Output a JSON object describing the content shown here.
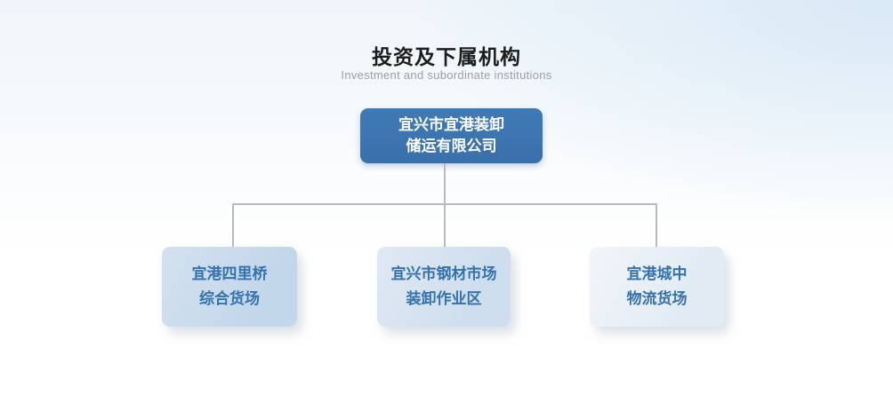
{
  "page": {
    "title": "投资及下属机构",
    "subtitle": "Investment and subordinate institutions"
  },
  "org_chart": {
    "root": {
      "line1": "宜兴市宜港装卸",
      "line2": "储运有限公司"
    },
    "children": [
      {
        "line1": "宜港四里桥",
        "line2": "综合货场"
      },
      {
        "line1": "宜兴市钢材市场",
        "line2": "装卸作业区"
      },
      {
        "line1": "宜港城中",
        "line2": "物流货场"
      }
    ]
  },
  "colors": {
    "root_box": "#3b74b0",
    "root_text": "#ffffff",
    "child_text": "#3471ae",
    "child_fill_left": "#c6d9eb",
    "child_fill_middle": "#d2e0ee",
    "child_fill_right": "#e8eef6",
    "connector": "#bababa",
    "title_text": "#1d1d1d",
    "subtitle_text": "#9b9fa3"
  }
}
